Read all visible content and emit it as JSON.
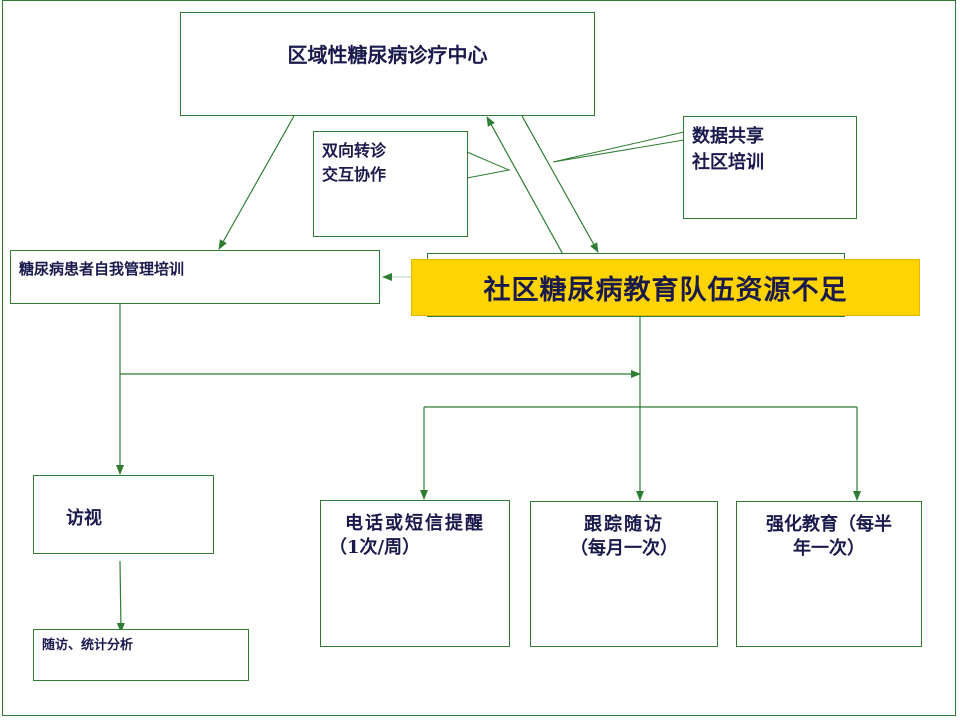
{
  "center": {
    "title": "区域性糖尿病诊疗中心"
  },
  "callout_left": {
    "line1": "双向转诊",
    "line2": "交互协作"
  },
  "callout_right": {
    "line1": "数据共享",
    "line2": "社区培训"
  },
  "self_management": {
    "label": "糖尿病患者自我管理培训"
  },
  "banner": {
    "text": "社区糖尿病教育队伍资源不足"
  },
  "visit": {
    "label": "访视"
  },
  "followup_stats": {
    "label": "随访、统计分析"
  },
  "phone": {
    "line1": "电话或短信提醒",
    "line2": "（1次/周）"
  },
  "tracking": {
    "line1": "跟踪随访",
    "line2": "（每月一次）"
  },
  "education": {
    "line1": "强化教育（每半",
    "line2": "年一次）"
  },
  "colors": {
    "line": "#2e7d32",
    "text": "#1a1a4d",
    "banner": "#ffd400"
  }
}
